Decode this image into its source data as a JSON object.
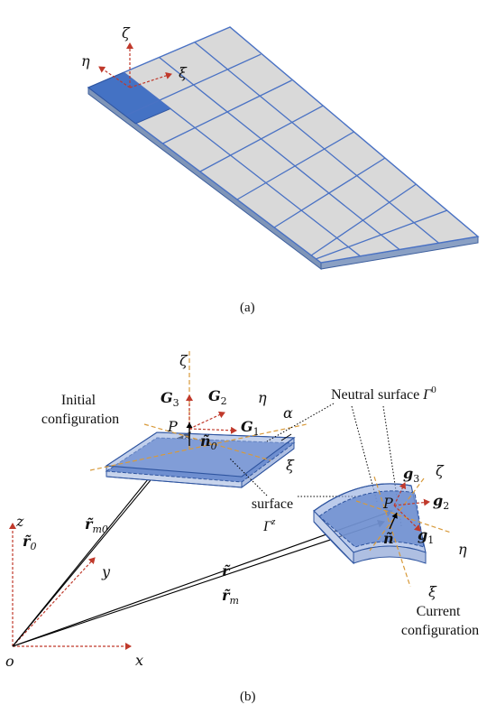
{
  "panel_a": {
    "caption": "(a)",
    "axes": {
      "zeta": "ζ",
      "eta": "η",
      "xi": "ξ"
    },
    "colors": {
      "cell_fill": "#d9d9d9",
      "grid_line": "#4a72c4",
      "highlight": "#4472c4",
      "axis_arrow": "#c0392b"
    }
  },
  "panel_b": {
    "caption": "(b)",
    "initial_configuration": [
      "Initial",
      "configuration"
    ],
    "current_configuration": [
      "Current",
      "configuration"
    ],
    "neutral_surface": {
      "text": "Neutral surface ",
      "symbol": "Γ",
      "sup": "0"
    },
    "surface": {
      "text": "surface",
      "symbol": "Γ",
      "sup": "z"
    },
    "global_axes": {
      "x": "x",
      "y": "y",
      "z": "z",
      "origin": "o"
    },
    "initial_labels": {
      "zeta": "ζ",
      "eta": "η",
      "xi": "ξ",
      "alpha": "α",
      "point": "P",
      "G3": "G",
      "G3_sub": "3",
      "G2": "G",
      "G2_sub": "2",
      "G1": "G",
      "G1_sub": "1",
      "n0": "ñ",
      "n0_sub": "0"
    },
    "current_labels": {
      "zeta": "ζ",
      "eta": "η",
      "xi": "ξ",
      "point": "P",
      "g3": "g",
      "g3_sub": "3",
      "g2": "g",
      "g2_sub": "2",
      "g1": "g",
      "g1_sub": "1",
      "n": "ñ"
    },
    "vectors": {
      "r0": "r̃",
      "r0_sub": "0",
      "rm0": "r̃",
      "rm0_sub": "m0",
      "r": "r̃",
      "rm": "r̃",
      "rm_sub": "m"
    },
    "colors": {
      "shell_fill": "#4472c4",
      "dashed_axis": "#d89a3a",
      "red_arrow": "#c0392b"
    }
  }
}
